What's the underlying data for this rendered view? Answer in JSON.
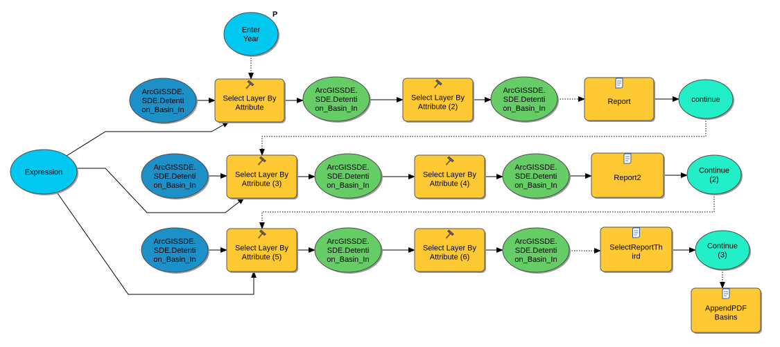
{
  "colors": {
    "input_data": "#1e90c8",
    "derived_data": "#66cc66",
    "tool": "#ffc933",
    "parameter": "#00c8f0",
    "continue_var": "#22eec8"
  },
  "nodes": {
    "enter_year": {
      "lines": [
        "Enter",
        "Year"
      ],
      "kind": "parameter",
      "marker": "P"
    },
    "expression": {
      "lines": [
        "Expression"
      ],
      "kind": "parameter"
    },
    "in1": {
      "lines": [
        "ArcGISSDE.",
        "SDE.Detenti",
        "on_Basin_In"
      ],
      "kind": "input_data"
    },
    "sel1": {
      "lines": [
        "Select Layer By",
        "Attribute"
      ],
      "kind": "tool",
      "icon": "hammer-icon"
    },
    "out1": {
      "lines": [
        "ArcGISSDE.",
        "SDE.Detenti",
        "on_Basin_In"
      ],
      "kind": "derived_data"
    },
    "sel2": {
      "lines": [
        "Select Layer By",
        "Attribute (2)"
      ],
      "kind": "tool",
      "icon": "hammer-icon"
    },
    "out2": {
      "lines": [
        "ArcGISSDE.",
        "SDE.Detenti",
        "on_Basin_In"
      ],
      "kind": "derived_data"
    },
    "report": {
      "lines": [
        "Report"
      ],
      "kind": "tool",
      "icon": "script-icon"
    },
    "continue1": {
      "lines": [
        "continue"
      ],
      "kind": "continue_var"
    },
    "in2": {
      "lines": [
        "ArcGISSDE.",
        "SDE.Detenti",
        "on_Basin_In"
      ],
      "kind": "input_data"
    },
    "sel3": {
      "lines": [
        "Select Layer By",
        "Attribute (3)"
      ],
      "kind": "tool",
      "icon": "hammer-icon"
    },
    "out3": {
      "lines": [
        "ArcGISSDE.",
        "SDE.Detenti",
        "on_Basin_In"
      ],
      "kind": "derived_data"
    },
    "sel4": {
      "lines": [
        "Select Layer By",
        "Attribute (4)"
      ],
      "kind": "tool",
      "icon": "hammer-icon"
    },
    "out4": {
      "lines": [
        "ArcGISSDE.",
        "SDE.Detenti",
        "on_Basin_In"
      ],
      "kind": "derived_data"
    },
    "report2": {
      "lines": [
        "Report2"
      ],
      "kind": "tool",
      "icon": "script-icon"
    },
    "continue2": {
      "lines": [
        "Continue",
        "(2)"
      ],
      "kind": "continue_var"
    },
    "in3": {
      "lines": [
        "ArcGISSDE.",
        "SDE.Detenti",
        "on_Basin_In"
      ],
      "kind": "input_data"
    },
    "sel5": {
      "lines": [
        "Select Layer By",
        "Attribute (5)"
      ],
      "kind": "tool",
      "icon": "hammer-icon"
    },
    "out5": {
      "lines": [
        "ArcGISSDE.",
        "SDE.Detenti",
        "on_Basin_In"
      ],
      "kind": "derived_data"
    },
    "sel6": {
      "lines": [
        "Select Layer By",
        "Attribute (6)"
      ],
      "kind": "tool",
      "icon": "hammer-icon"
    },
    "out6": {
      "lines": [
        "ArcGISSDE.",
        "SDE.Detenti",
        "on_Basin_In"
      ],
      "kind": "derived_data"
    },
    "report3": {
      "lines": [
        "SelectReportTh",
        "ird"
      ],
      "kind": "tool",
      "icon": "script-icon"
    },
    "continue3": {
      "lines": [
        "Continue",
        "(3)"
      ],
      "kind": "continue_var"
    },
    "append": {
      "lines": [
        "AppendPDF",
        "Basins"
      ],
      "kind": "tool",
      "icon": "script-icon"
    }
  },
  "edges": [
    {
      "from": "enter_year",
      "to": "sel1",
      "style": "dotted"
    },
    {
      "from": "in1",
      "to": "sel1",
      "style": "solid"
    },
    {
      "from": "sel1",
      "to": "out1",
      "style": "solid"
    },
    {
      "from": "out1",
      "to": "sel2",
      "style": "solid"
    },
    {
      "from": "sel2",
      "to": "out2",
      "style": "solid"
    },
    {
      "from": "out2",
      "to": "report",
      "style": "dotted"
    },
    {
      "from": "report",
      "to": "continue1",
      "style": "solid"
    },
    {
      "from": "continue1",
      "to": "sel3",
      "style": "dotted"
    },
    {
      "from": "expression",
      "to": "sel1",
      "style": "solid"
    },
    {
      "from": "expression",
      "to": "sel3",
      "style": "solid"
    },
    {
      "from": "expression",
      "to": "sel5",
      "style": "solid"
    },
    {
      "from": "in2",
      "to": "sel3",
      "style": "solid"
    },
    {
      "from": "sel3",
      "to": "out3",
      "style": "solid"
    },
    {
      "from": "out3",
      "to": "sel4",
      "style": "solid"
    },
    {
      "from": "sel4",
      "to": "out4",
      "style": "solid"
    },
    {
      "from": "out4",
      "to": "report2",
      "style": "solid"
    },
    {
      "from": "report2",
      "to": "continue2",
      "style": "solid"
    },
    {
      "from": "continue2",
      "to": "sel5",
      "style": "dotted"
    },
    {
      "from": "in3",
      "to": "sel5",
      "style": "solid"
    },
    {
      "from": "sel5",
      "to": "out5",
      "style": "solid"
    },
    {
      "from": "out5",
      "to": "sel6",
      "style": "solid"
    },
    {
      "from": "sel6",
      "to": "out6",
      "style": "solid"
    },
    {
      "from": "out6",
      "to": "report3",
      "style": "dotted"
    },
    {
      "from": "report3",
      "to": "continue3",
      "style": "solid"
    },
    {
      "from": "continue3",
      "to": "append",
      "style": "dotted"
    }
  ]
}
